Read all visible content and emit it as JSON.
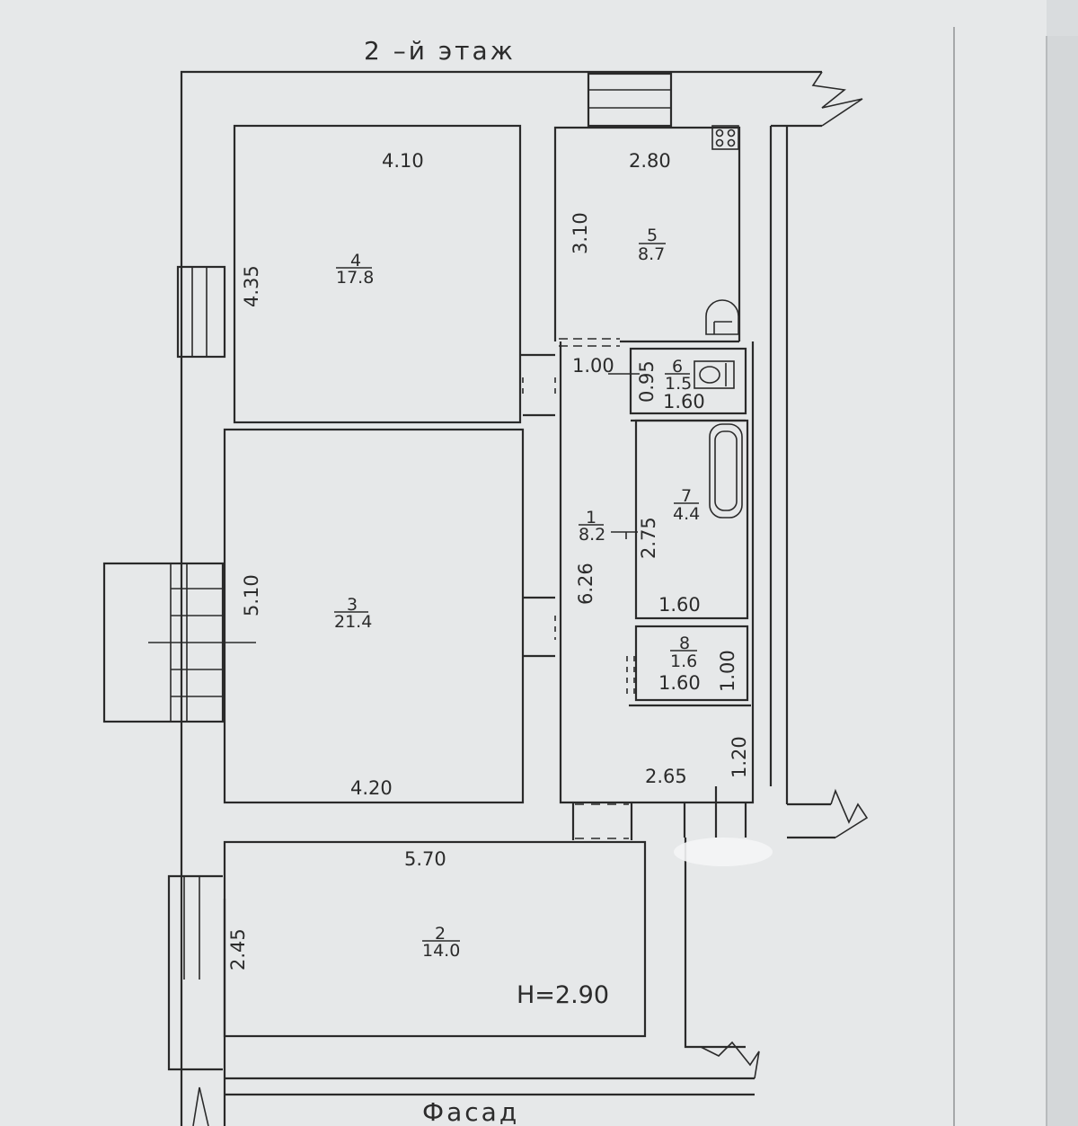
{
  "plan": {
    "title": "2  –й  этаж",
    "facade_label": "Фасад",
    "height_label": "H=2.90",
    "rooms": [
      {
        "id": "1",
        "number": "1",
        "area": "8.2",
        "dims": [
          "1.00",
          "6.26",
          "2.65"
        ]
      },
      {
        "id": "2",
        "number": "2",
        "area": "14.0",
        "dims": [
          "5.70",
          "2.45"
        ]
      },
      {
        "id": "3",
        "number": "3",
        "area": "21.4",
        "dims": [
          "5.10",
          "4.20"
        ]
      },
      {
        "id": "4",
        "number": "4",
        "area": "17.8",
        "dims": [
          "4.10",
          "4.35"
        ]
      },
      {
        "id": "5",
        "number": "5",
        "area": "8.7",
        "dims": [
          "2.80",
          "3.10"
        ]
      },
      {
        "id": "6",
        "number": "6",
        "area": "1.5",
        "dims": [
          "0.95",
          "1.60"
        ]
      },
      {
        "id": "7",
        "number": "7",
        "area": "4.4",
        "dims": [
          "2.75",
          "1.60"
        ]
      },
      {
        "id": "8",
        "number": "8",
        "area": "1.6",
        "dims": [
          "1.60",
          "1.00"
        ]
      }
    ],
    "extra_dims": [
      "1.20"
    ]
  },
  "colors": {
    "paper": "#e6e8e9",
    "ink": "#2a2a2a",
    "background": "#d9dcde"
  },
  "icons": [
    "stove-icon",
    "sink-icon",
    "toilet-icon",
    "bathtub-icon",
    "break-line-icon"
  ]
}
